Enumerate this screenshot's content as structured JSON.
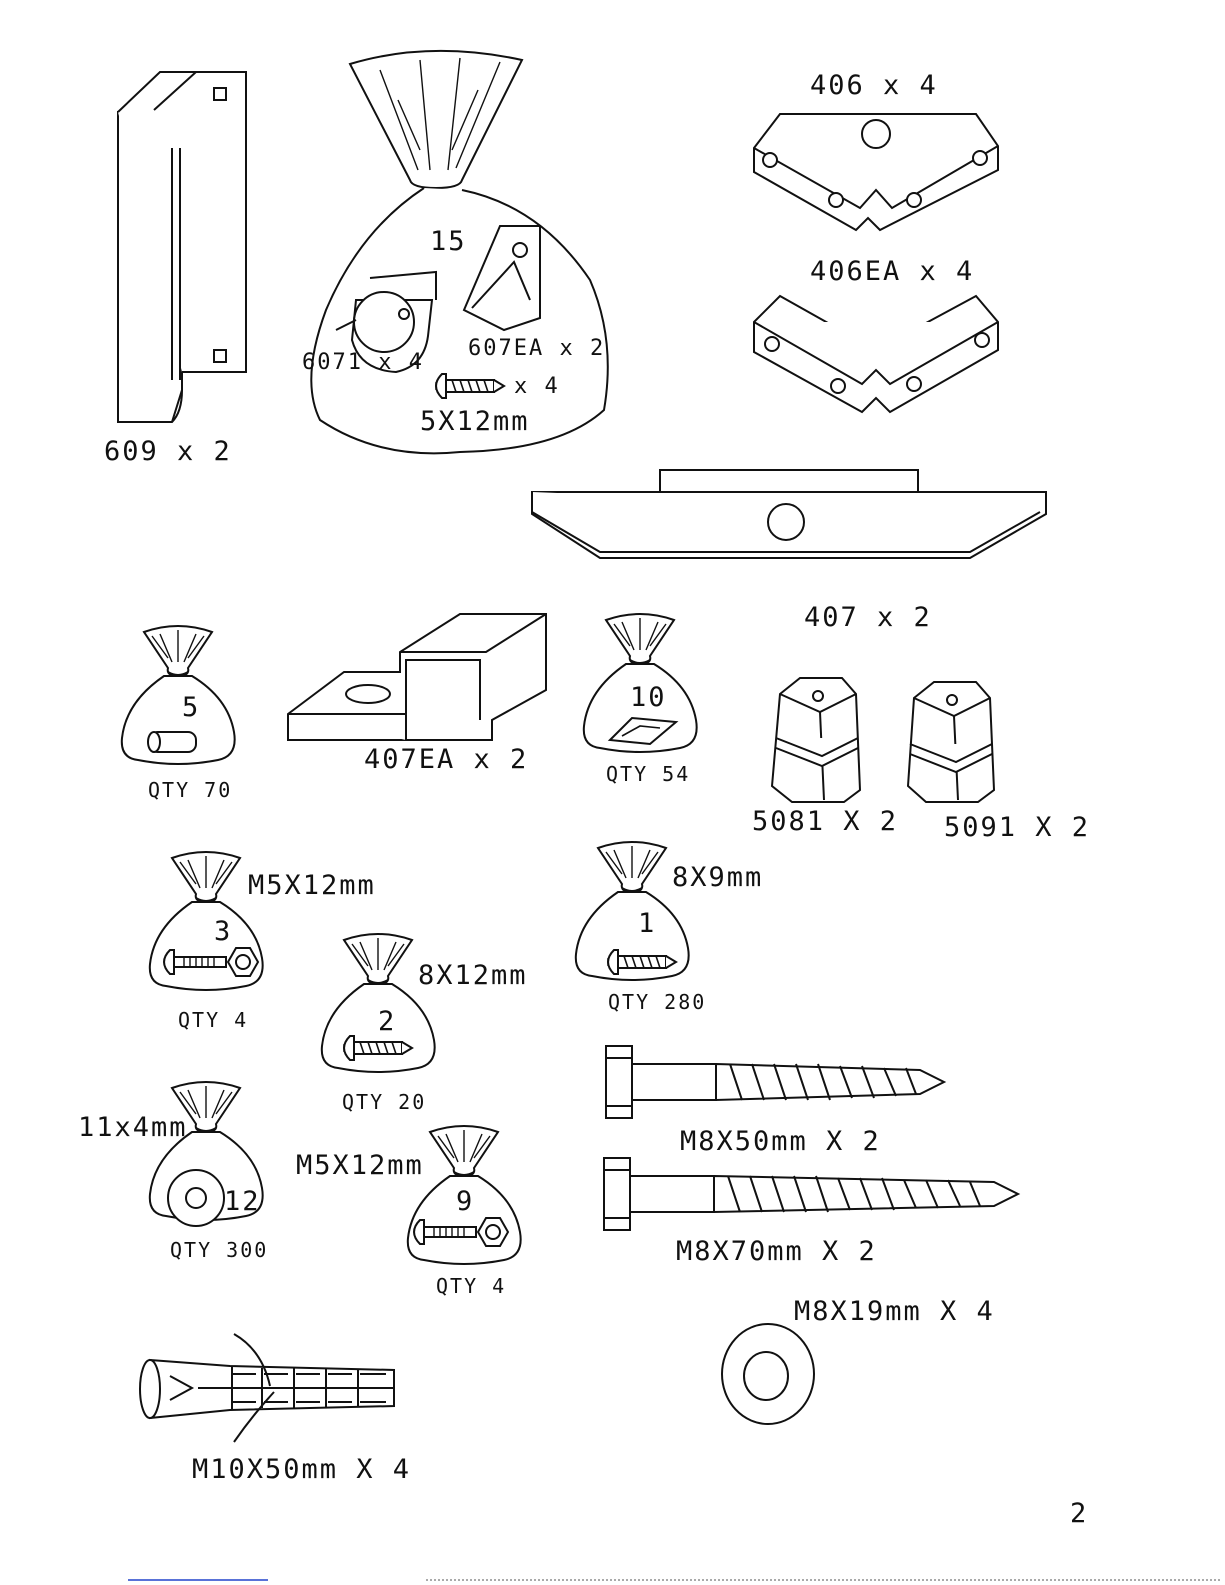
{
  "parts": {
    "p609": "609 x 2",
    "bag15": "15",
    "p6071": "6071 x 4",
    "p607ea": "607EA x 2",
    "screw_qty": "x 4",
    "screw_size": "5X12mm",
    "p406": "406 x 4",
    "p406ea": "406EA x 4",
    "p407": "407 x 2",
    "p407ea": "407EA x 2",
    "p5081": "5081 X 2",
    "p5091": "5091 X 2"
  },
  "bags": {
    "b5": {
      "num": "5",
      "qty": "QTY 70"
    },
    "b10": {
      "num": "10",
      "qty": "QTY 54"
    },
    "b3": {
      "num": "3",
      "size": "M5X12mm",
      "qty": "QTY 4"
    },
    "b1": {
      "num": "1",
      "size": "8X9mm",
      "qty": "QTY 280"
    },
    "b2": {
      "num": "2",
      "size": "8X12mm",
      "qty": "QTY 20"
    },
    "b12": {
      "num": "12",
      "size": "11x4mm",
      "qty": "QTY 300"
    },
    "b9": {
      "num": "9",
      "size": "M5X12mm",
      "qty": "QTY 4"
    }
  },
  "hardware": {
    "lag50": "M8X50mm X 2",
    "lag70": "M8X70mm X 2",
    "washer": "M8X19mm X 4",
    "anchor": "M10X50mm X 4"
  },
  "page_number": "2"
}
